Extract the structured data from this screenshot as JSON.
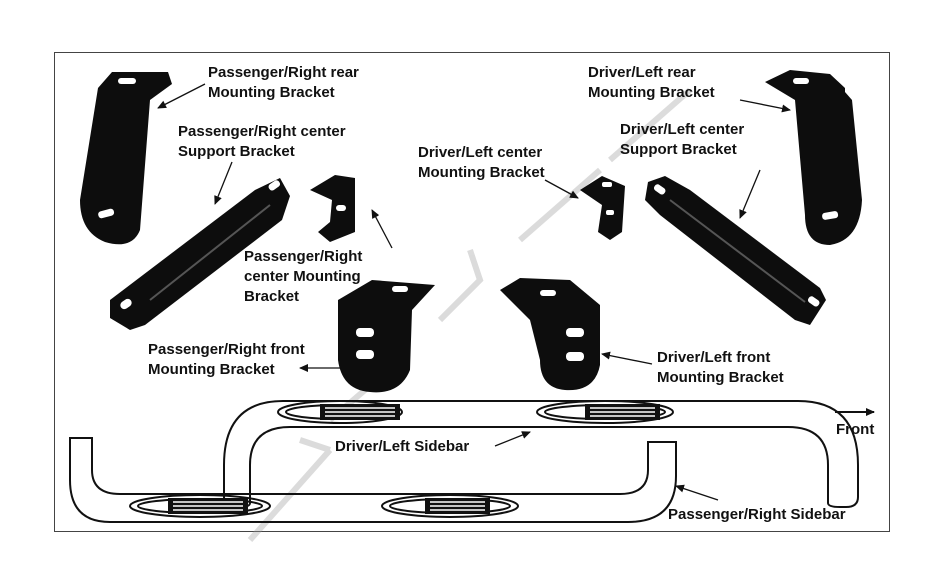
{
  "labels": {
    "pr_rear": "Passenger/Right rear\nMounting Bracket",
    "pr_center_support": "Passenger/Right center\nSupport Bracket",
    "pr_center_mount": "Passenger/Right\ncenter Mounting\nBracket",
    "pr_front": "Passenger/Right front\nMounting Bracket",
    "dl_rear": "Driver/Left rear\nMounting Bracket",
    "dl_center_support": "Driver/Left center\nSupport Bracket",
    "dl_center_mount": "Driver/Left center\nMounting Bracket",
    "dl_front": "Driver/Left front\nMounting Bracket",
    "dl_sidebar": "Driver/Left Sidebar",
    "pr_sidebar": "Passenger/Right Sidebar",
    "front": "Front"
  },
  "watermark": "GEL CREW",
  "colors": {
    "part": "#0d0d0d",
    "text": "#111111",
    "frame": "#444444",
    "watermark": "#c8c8c8"
  }
}
